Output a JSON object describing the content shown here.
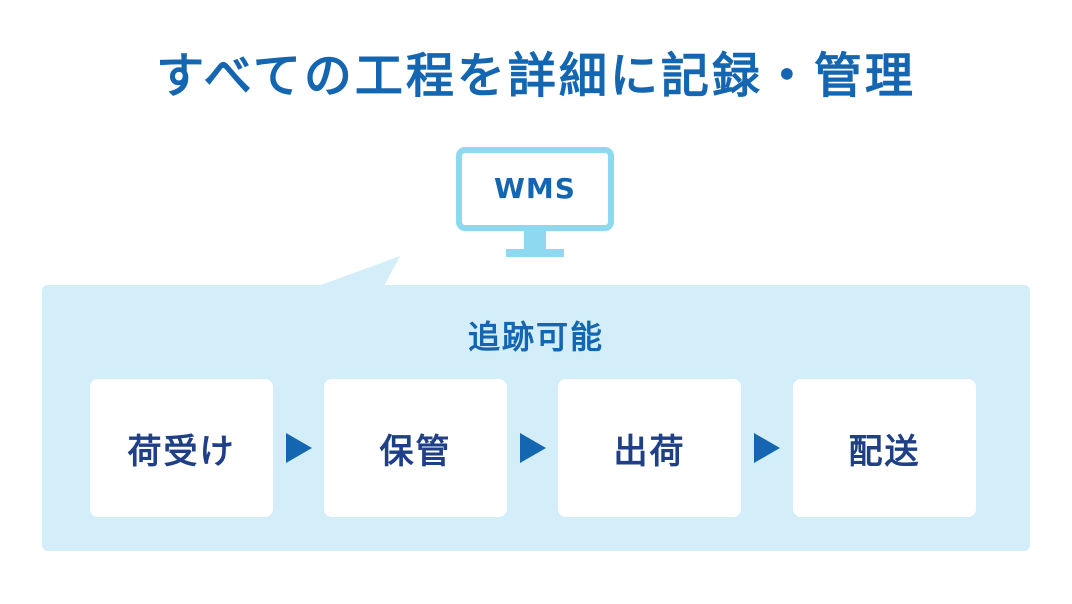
{
  "title": "すべての工程を詳細に記録・管理",
  "system": {
    "label": "WMS",
    "icon": "monitor-icon"
  },
  "panel": {
    "heading": "追跡可能"
  },
  "steps": [
    {
      "label": "荷受け"
    },
    {
      "label": "保管"
    },
    {
      "label": "出荷"
    },
    {
      "label": "配送"
    }
  ],
  "colors": {
    "title": "#1466b0",
    "panel_bg": "#d3eef8",
    "monitor": "#8ed8f0",
    "step_text": "#1f3f86",
    "arrow": "#1466b0"
  }
}
